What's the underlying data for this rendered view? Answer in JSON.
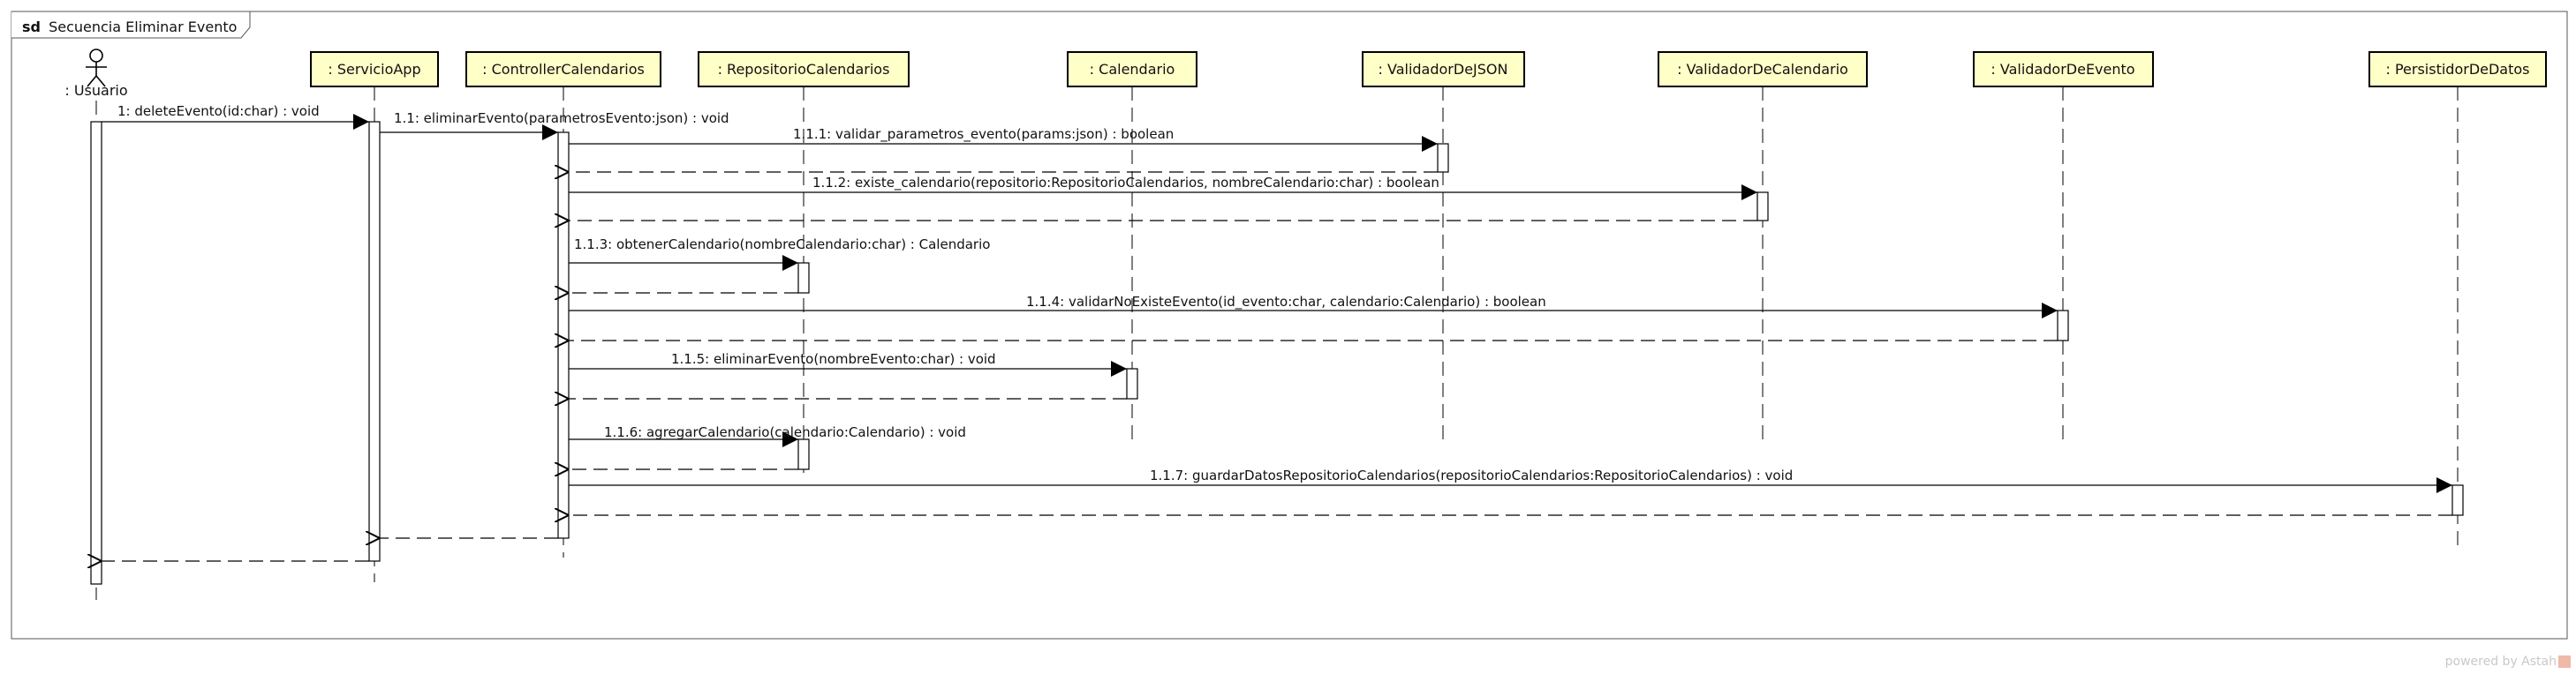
{
  "frame": {
    "keyword": "sd",
    "title": "Secuencia Eliminar Evento"
  },
  "actor": {
    "name": ": Usuario"
  },
  "participants": [
    ": ServicioApp",
    ": ControllerCalendarios",
    ": RepositorioCalendarios",
    ": Calendario",
    ": ValidadorDeJSON",
    ": ValidadorDeCalendario",
    ": ValidadorDeEvento",
    ": PersistidorDeDatos"
  ],
  "messages": [
    "1: deleteEvento(id:char) : void",
    "1.1: eliminarEvento(parametrosEvento:json) : void",
    "1.1.1: validar_parametros_evento(params:json) : boolean",
    "1.1.2: existe_calendario(repositorio:RepositorioCalendarios, nombreCalendario:char) : boolean",
    "1.1.3: obtenerCalendario(nombreCalendario:char) : Calendario",
    "1.1.4: validarNoExisteEvento(id_evento:char, calendario:Calendario) : boolean",
    "1.1.5: eliminarEvento(nombreEvento:char) : void",
    "1.1.6: agregarCalendario(calendario:Calendario) : void",
    "1.1.7: guardarDatosRepositorioCalendarios(repositorioCalendarios:RepositorioCalendarios) : void"
  ],
  "watermark": "powered by Astah",
  "colors": {
    "header_fill": "#ffffc8",
    "line": "#000000"
  }
}
